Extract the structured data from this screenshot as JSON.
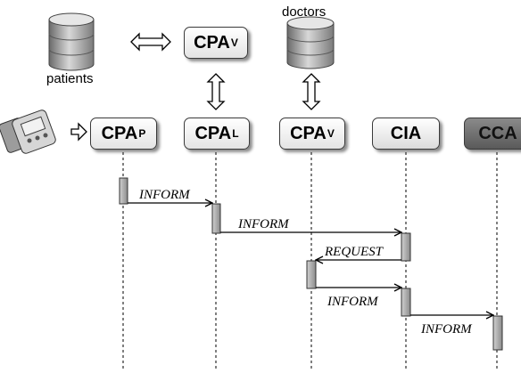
{
  "databases": {
    "patients_label": "patients",
    "doctors_label": "doctors"
  },
  "agents": [
    {
      "id": "cpa-v-top",
      "base": "CPA",
      "sub": "V"
    },
    {
      "id": "cpa-p",
      "base": "CPA",
      "sub": "P"
    },
    {
      "id": "cpa-l",
      "base": "CPA",
      "sub": "L"
    },
    {
      "id": "cpa-v",
      "base": "CPA",
      "sub": "V"
    },
    {
      "id": "cia",
      "base": "CIA",
      "sub": ""
    },
    {
      "id": "cca",
      "base": "CCA",
      "sub": ""
    }
  ],
  "messages": [
    {
      "label": "INFORM",
      "from": "cpa-p",
      "to": "cpa-l"
    },
    {
      "label": "INFORM",
      "from": "cpa-l",
      "to": "cia"
    },
    {
      "label": "REQUEST",
      "from": "cia",
      "to": "cpa-v"
    },
    {
      "label": "INFORM",
      "from": "cpa-v",
      "to": "cia"
    },
    {
      "label": "INFORM",
      "from": "cia",
      "to": "cca"
    }
  ],
  "device": {
    "icon": "blood-pressure-monitor-icon"
  },
  "colors": {
    "box_border": "#3a3a3a",
    "cca_fill": "#6e6e6e",
    "activation": "#a8a8a8"
  }
}
